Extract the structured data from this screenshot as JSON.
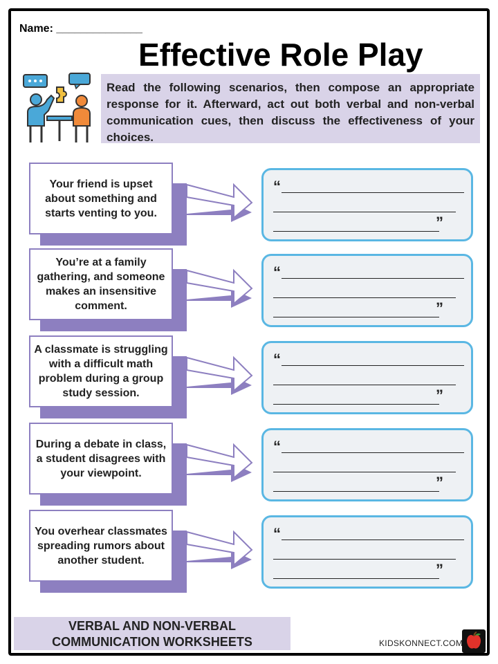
{
  "header": {
    "name_label": "Name: ______________",
    "title": "Effective Role Play",
    "logo_icon": "role-play-people-icon"
  },
  "instructions": "Read the following scenarios, then compose an appropriate response for it. Afterward, act out both verbal and non-verbal communication cues, then discuss the effectiveness of your choices.",
  "scenarios": [
    {
      "text": "Your friend is upset about something and starts venting to you.",
      "open_quote": "“",
      "close_quote": "”"
    },
    {
      "text": "You’re at a family gathering, and someone makes an insensitive comment.",
      "open_quote": "“",
      "close_quote": "”"
    },
    {
      "text": "A classmate is struggling with a difficult math problem during a group study session.",
      "open_quote": "“",
      "close_quote": "”"
    },
    {
      "text": "During a debate in class, a student disagrees with your viewpoint.",
      "open_quote": "“",
      "close_quote": "”"
    },
    {
      "text": "You overhear classmates spreading rumors about another student.",
      "open_quote": "“",
      "close_quote": "”"
    }
  ],
  "footer": {
    "line1": "VERBAL AND NON-VERBAL",
    "line2": "COMMUNICATION WORKSHEETS",
    "brand": "KIDSKONNECT.COM",
    "brand_icon": "apple-icon"
  },
  "colors": {
    "arrow_fill": "#8d7fc0",
    "box_border": "#5ab7e3",
    "box_fill": "#eef1f4",
    "panel": "#d9d3e8"
  }
}
